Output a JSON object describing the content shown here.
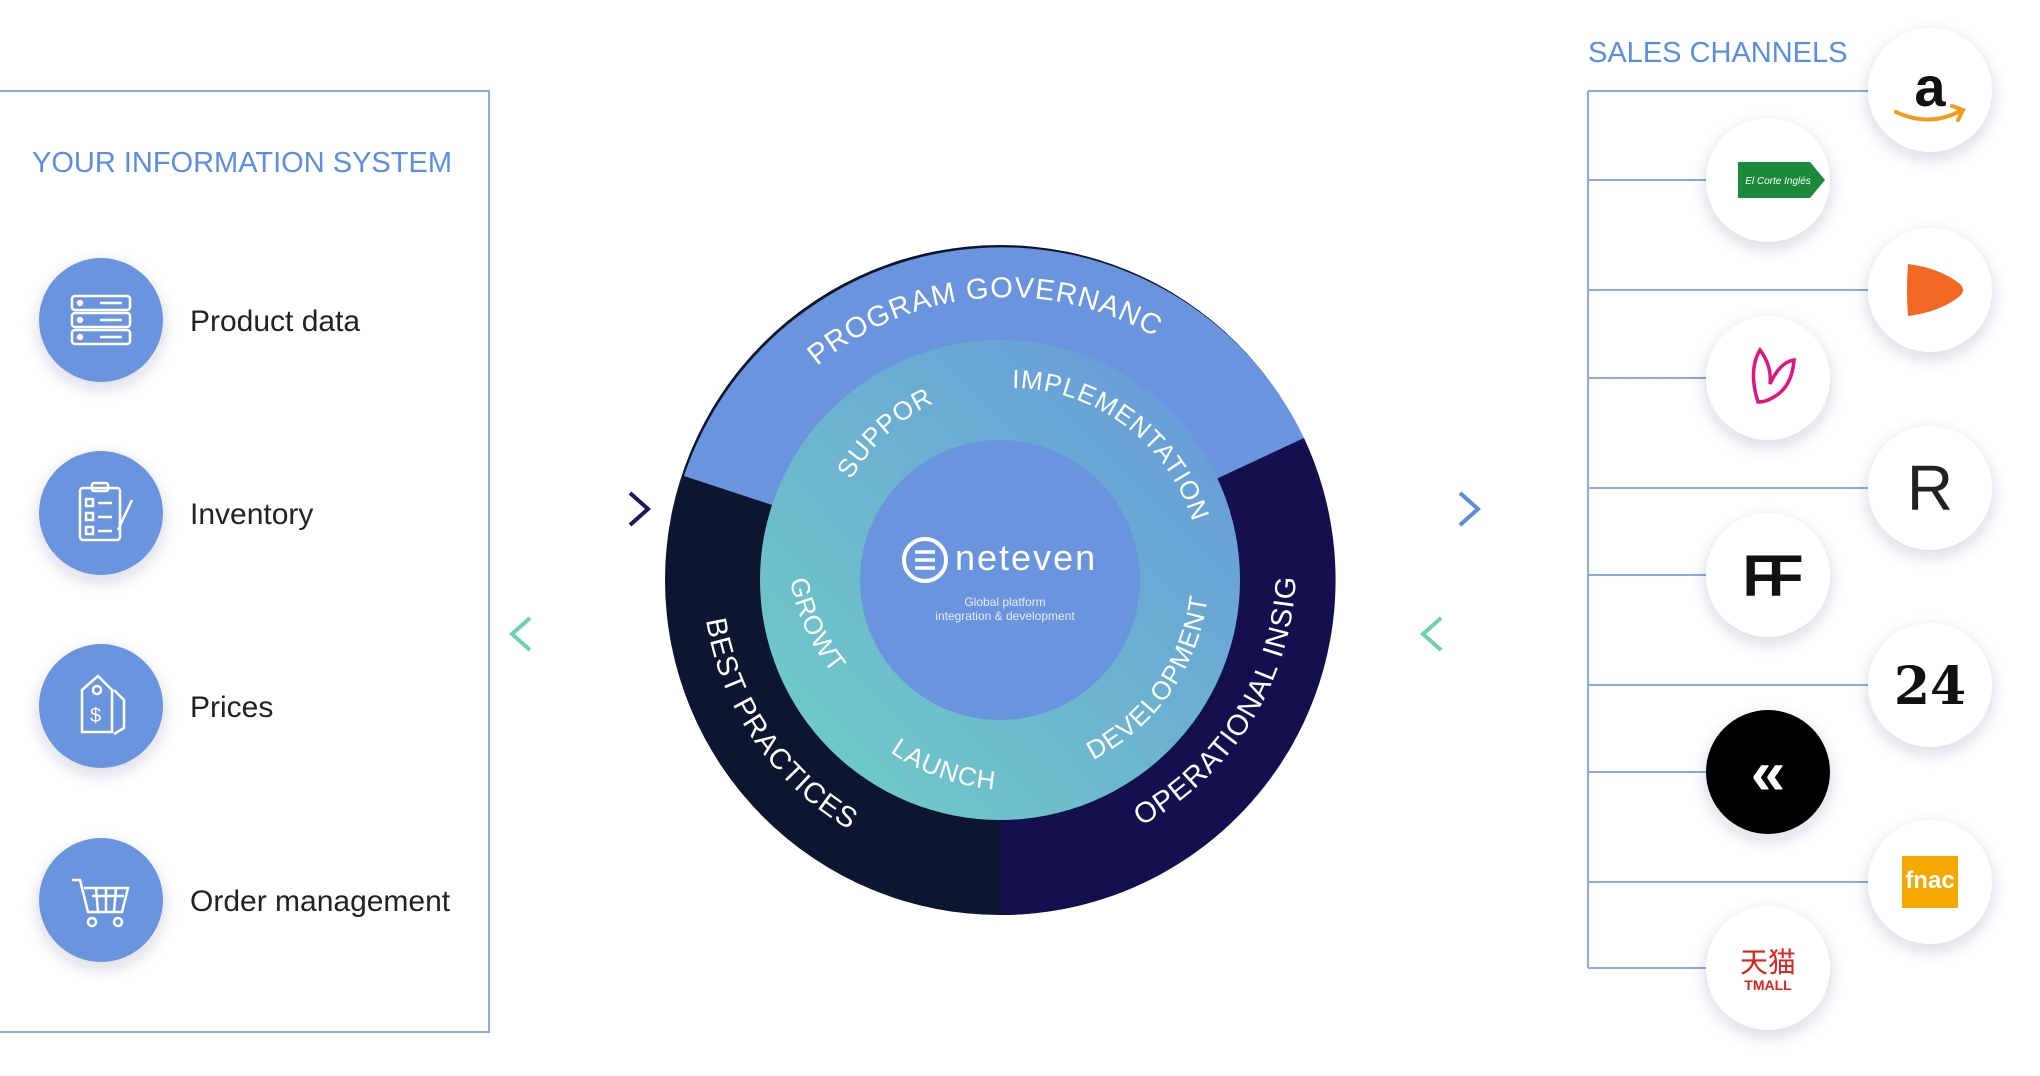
{
  "left_panel": {
    "title": "YOUR INFORMATION SYSTEM",
    "items": [
      {
        "label": "Product data",
        "icon": "server-icon"
      },
      {
        "label": "Inventory",
        "icon": "checklist-icon"
      },
      {
        "label": "Prices",
        "icon": "price-tag-icon"
      },
      {
        "label": "Order management",
        "icon": "shopping-cart-icon"
      }
    ]
  },
  "hub": {
    "outer_ring": [
      "PROGRAM GOVERNANCE",
      "BEST PRACTICES",
      "OPERATIONAL INSIGHT"
    ],
    "middle_ring": [
      "SUPPORT",
      "IMPLEMENTATION",
      "GROWTH",
      "LAUNCH",
      "DEVELOPMENT"
    ],
    "brand": "neteven",
    "tagline_line1": "Global platform",
    "tagline_line2": "integration & development"
  },
  "right_panel": {
    "title": "SALES CHANNELS",
    "logos": [
      {
        "name": "amazon",
        "text": "a",
        "color": "#111111"
      },
      {
        "name": "el-corte-ingles",
        "text": "El Corte Inglés",
        "color": "#1a8a3a"
      },
      {
        "name": "zalando",
        "text": "",
        "color": "#f26722"
      },
      {
        "name": "veepee",
        "text": "",
        "color": "#e0157e"
      },
      {
        "name": "rakuten",
        "text": "R",
        "color": "#222222"
      },
      {
        "name": "farfetch",
        "text": "FF",
        "color": "#111111"
      },
      {
        "name": "24s",
        "text": "24",
        "color": "#111111"
      },
      {
        "name": "vestiaire",
        "text": "«",
        "color": "#000000"
      },
      {
        "name": "fnac",
        "text": "fnac",
        "color": "#f5a800"
      },
      {
        "name": "tmall",
        "text": "天猫",
        "sub": "TMALL",
        "color": "#e0201b"
      }
    ]
  },
  "colors": {
    "accent_blue": "#5b8de0",
    "ring_blue": "#6a94dd",
    "dark_navy": "#0d1630",
    "dark_purple": "#14104f",
    "teal": "#6dc9c0",
    "arrow_teal": "#6fcfad",
    "arrow_navy": "#1c1a5e"
  }
}
